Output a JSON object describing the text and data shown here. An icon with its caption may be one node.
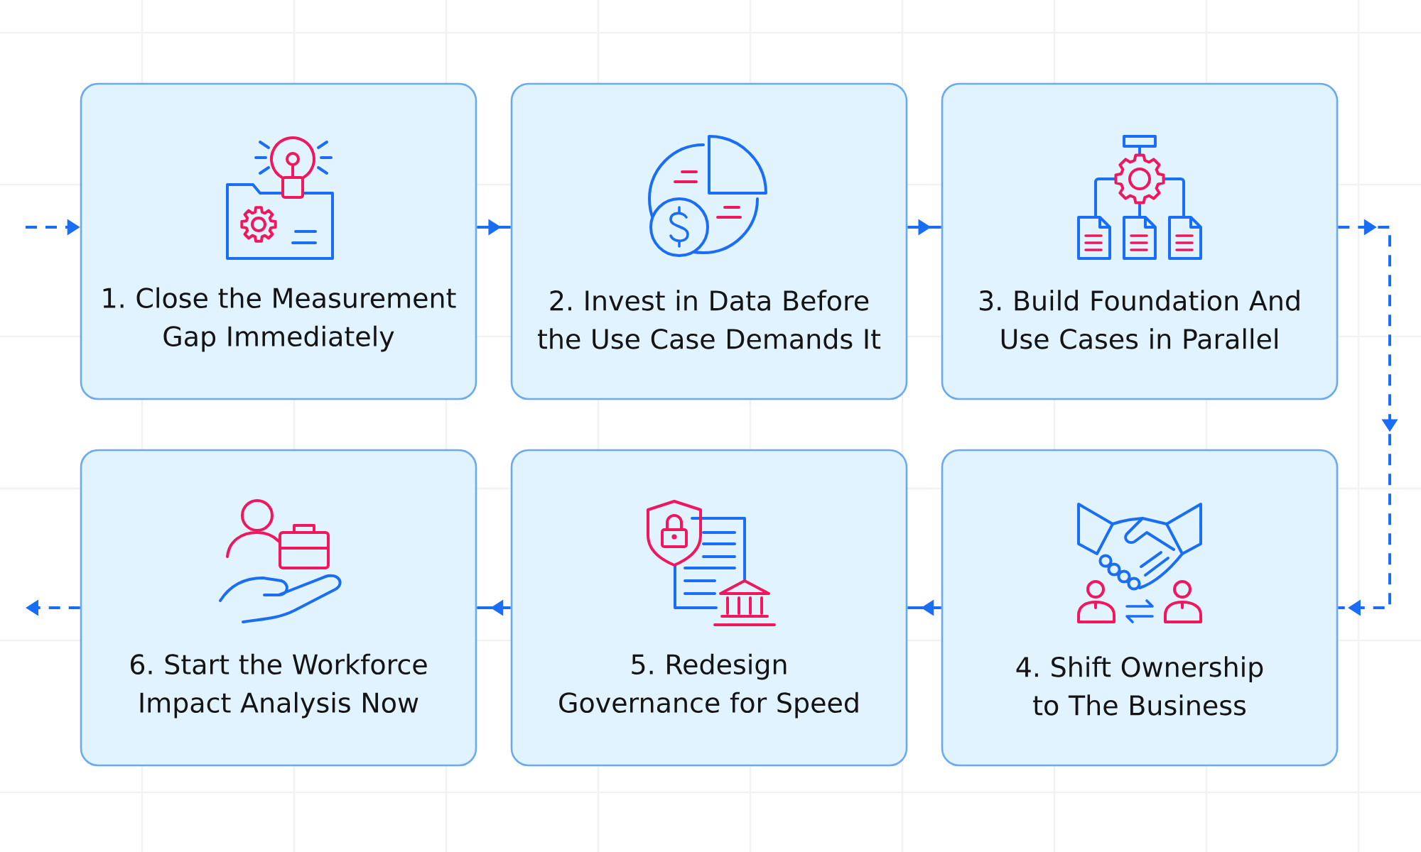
{
  "diagram": {
    "nodes": [
      {
        "text": [
          "1. Close the Measurement Gap Immediately"
        ]
      },
      {
        "text": [
          "2. Invest in Data Before the Use Case Demands It"
        ]
      },
      {
        "text": [
          "3. Build Foundation And Use Cases in Parallel"
        ]
      },
      {
        "text": [
          "4. Shift Ownership to The Business"
        ]
      },
      {
        "text": [
          "5. Redesign Governance for Speed"
        ]
      },
      {
        "text": [
          "6. Start the Workforce Impact Analysis Now"
        ]
      }
    ],
    "edges": [
      {
        "from": null,
        "to": 0,
        "arrow": "to",
        "style": "dashed"
      },
      {
        "from": 0,
        "to": 1,
        "arrow": "to"
      },
      {
        "from": 1,
        "to": 2,
        "arrow": "to"
      },
      {
        "from": 2,
        "to": 3,
        "arrow": "to",
        "style": "dashed"
      },
      {
        "from": 3,
        "to": 4,
        "arrow": "to"
      },
      {
        "from": 4,
        "to": 5,
        "arrow": "to"
      },
      {
        "from": 5,
        "to": null,
        "arrow": "to",
        "style": "dashed"
      }
    ]
  }
}
